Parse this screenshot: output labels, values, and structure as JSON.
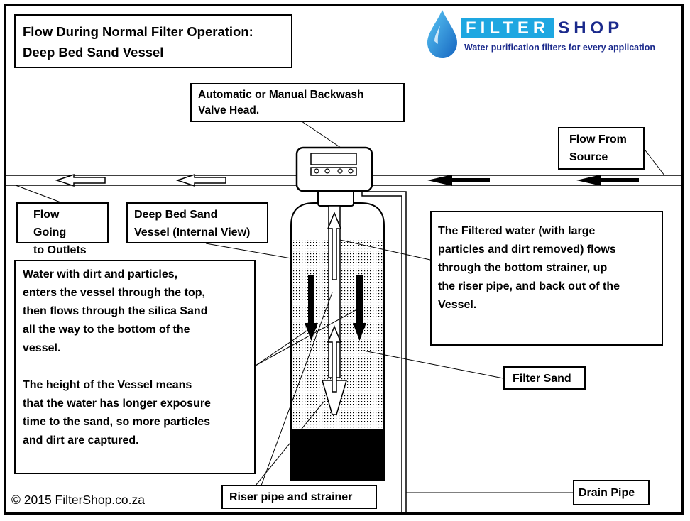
{
  "title": "Flow During Normal Filter Operation:\nDeep Bed Sand Vessel",
  "logo": {
    "word_filter": "FILTER",
    "word_shop": "SHOP",
    "tagline": "Water purification filters for every application",
    "icon": "water-drop-icon",
    "colors": {
      "filter_bg": "#1ea7e1",
      "shop_text": "#1b2a8c",
      "drop": "#1e88e5"
    }
  },
  "labels": {
    "valve_head": "Automatic or Manual Backwash\nValve Head.",
    "flow_from_source": "Flow From\nSource",
    "flow_to_outlets": "Flow Going\nto Outlets",
    "vessel_internal": "Deep Bed Sand\nVessel (Internal View)",
    "filter_sand": "Filter Sand",
    "riser_pipe": "Riser pipe and strainer",
    "drain_pipe": "Drain Pipe"
  },
  "descriptions": {
    "inflow": "Water with dirt and particles,\nenters the vessel  through the top,\nthen flows through the silica Sand\nall the way to the bottom of the\nvessel.\n\nThe height  of the Vessel means\nthat the water has longer exposure\ntime to the sand, so more particles\nand dirt  are captured.",
    "outflow": "The Filtered water (with large\nparticles and dirt removed) flows\nthrough the bottom strainer, up\nthe riser pipe, and back out of the\nVessel."
  },
  "copyright": "© 2015 FilterShop.co.za"
}
